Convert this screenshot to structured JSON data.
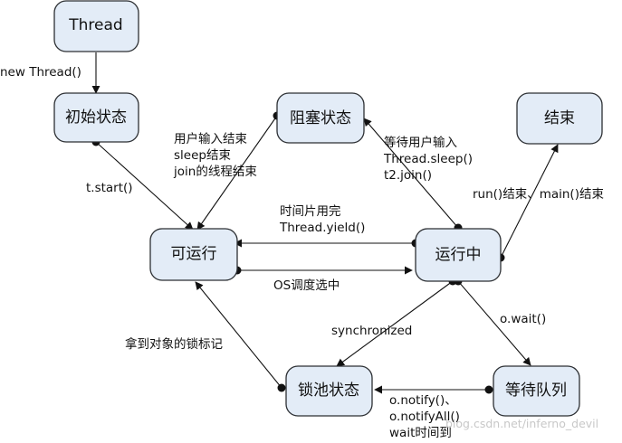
{
  "nodes": {
    "thread": "Thread",
    "initial": "初始状态",
    "blocked": "阻塞状态",
    "end": "结束",
    "runnable": "可运行",
    "running": "运行中",
    "lock_pool": "锁池状态",
    "wait_queue": "等待队列"
  },
  "labels": {
    "new_thread": "new Thread()",
    "start": "t.start()",
    "blocked_exit": [
      "用户输入结束",
      "sleep结束",
      "join的线程结束"
    ],
    "blocked_enter": [
      "等待用户输入",
      "Thread.sleep()",
      "t2.join()"
    ],
    "run_end": "run()结束、main()结束",
    "time_slice": [
      "时间片用完",
      "Thread.yield()"
    ],
    "os_schedule": "OS调度选中",
    "synchronized": "synchronized",
    "wait": "o.wait()",
    "get_lock": "拿到对象的锁标记",
    "notify": [
      "o.notify()、",
      "o.notifyAll()",
      "wait时间到"
    ]
  },
  "watermark": "blog.csdn.net/inferno_devil"
}
